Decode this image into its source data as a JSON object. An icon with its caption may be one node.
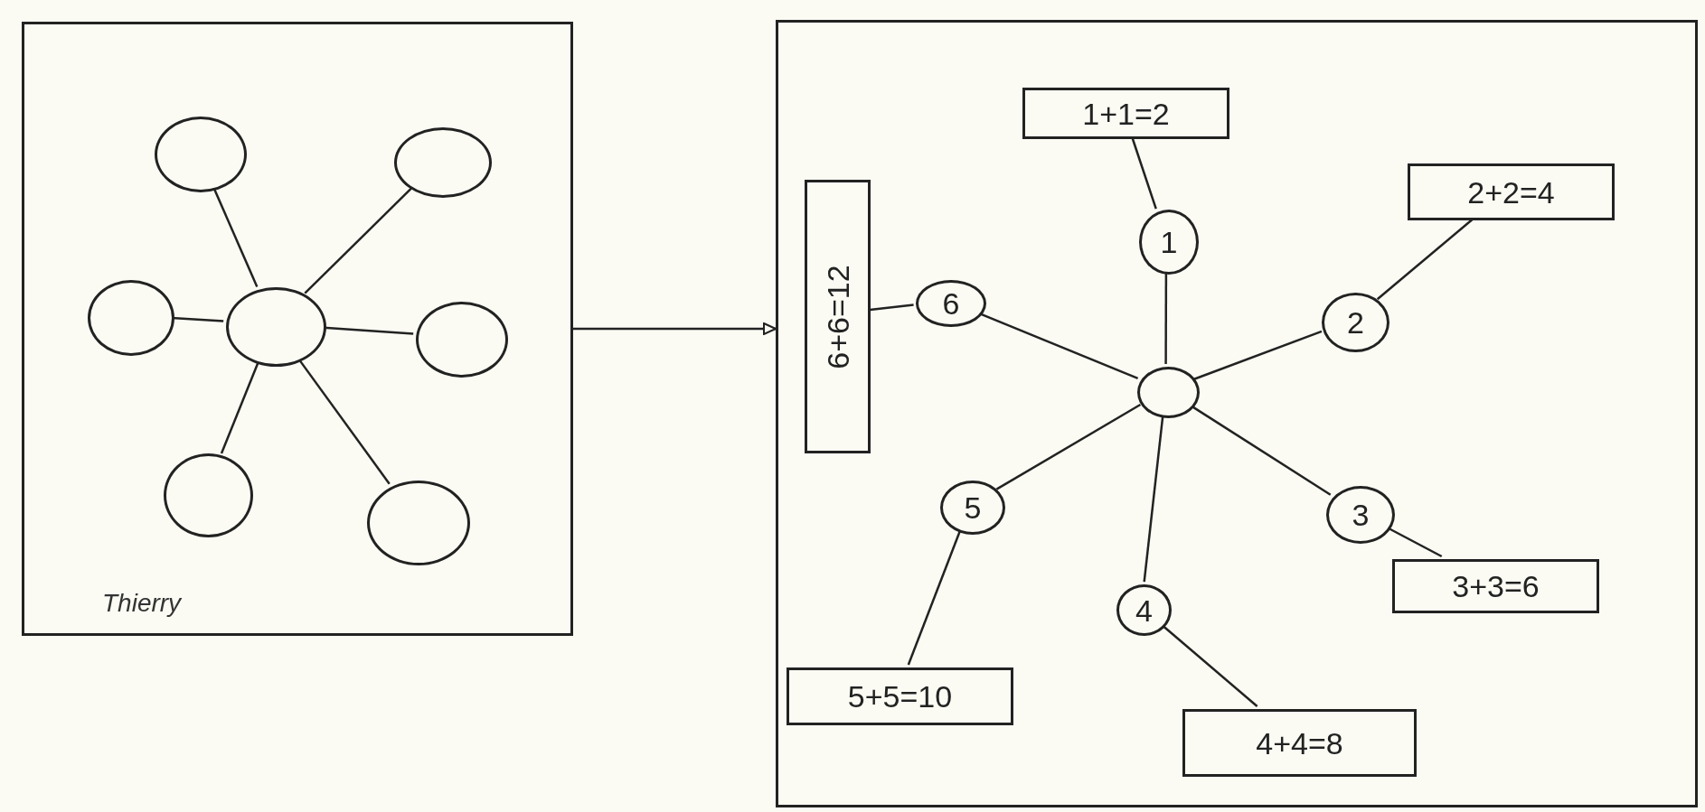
{
  "diagram": {
    "nodes": [
      {
        "text": [],
        "shape": "box"
      },
      {
        "text": [],
        "shape": "circle",
        "in": 0
      },
      {
        "text": [],
        "shape": "circle",
        "in": 0
      },
      {
        "text": [],
        "shape": "circle",
        "in": 0
      },
      {
        "text": [],
        "shape": "circle",
        "in": 0
      },
      {
        "text": [],
        "shape": "circle",
        "in": 0
      },
      {
        "text": [],
        "shape": "circle",
        "in": 0
      },
      {
        "text": [],
        "shape": "circle",
        "in": 0
      },
      {
        "text": [],
        "shape": "box"
      },
      {
        "text": [
          "1+1=2"
        ],
        "in": 8
      },
      {
        "text": [
          "1"
        ],
        "in": 8
      },
      {
        "text": [
          "2+2=4"
        ],
        "in": 8
      },
      {
        "text": [
          "2"
        ],
        "in": 8
      },
      {
        "text": [
          "6+6=12"
        ],
        "in": 8
      },
      {
        "text": [
          "6"
        ],
        "in": 8
      },
      {
        "text": [],
        "shape": "circle",
        "in": 8
      },
      {
        "text": [
          "5"
        ],
        "in": 8
      },
      {
        "text": [
          "3"
        ],
        "in": 8
      },
      {
        "text": [
          "3+3=6"
        ],
        "in": 8
      },
      {
        "text": [
          "4"
        ],
        "in": 8
      },
      {
        "text": [
          "5+5=10"
        ],
        "in": 8
      },
      {
        "text": [
          "4+4=8"
        ],
        "in": 8
      }
    ],
    "edges": [
      {
        "from": 4,
        "to": 1,
        "arrow": "none"
      },
      {
        "from": 4,
        "to": 2,
        "arrow": "none"
      },
      {
        "from": 4,
        "to": 3,
        "arrow": "none"
      },
      {
        "from": 4,
        "to": 5,
        "arrow": "none"
      },
      {
        "from": 4,
        "to": 6,
        "arrow": "none"
      },
      {
        "from": 4,
        "to": 7,
        "arrow": "none"
      },
      {
        "from": 0,
        "to": 8,
        "arrow": "to"
      },
      {
        "from": 15,
        "to": 10,
        "arrow": "none"
      },
      {
        "from": 15,
        "to": 12,
        "arrow": "none"
      },
      {
        "from": 15,
        "to": 17,
        "arrow": "none"
      },
      {
        "from": 15,
        "to": 19,
        "arrow": "none"
      },
      {
        "from": 15,
        "to": 16,
        "arrow": "none"
      },
      {
        "from": 15,
        "to": 14,
        "arrow": "none"
      },
      {
        "from": 10,
        "to": 9,
        "arrow": "none"
      },
      {
        "from": 12,
        "to": 11,
        "arrow": "none"
      },
      {
        "from": 17,
        "to": 18,
        "arrow": "none"
      },
      {
        "from": 19,
        "to": 21,
        "arrow": "none"
      },
      {
        "from": 16,
        "to": 20,
        "arrow": "none"
      },
      {
        "from": 14,
        "to": 13,
        "arrow": "none"
      }
    ],
    "labels": [
      "Thierry"
    ]
  }
}
